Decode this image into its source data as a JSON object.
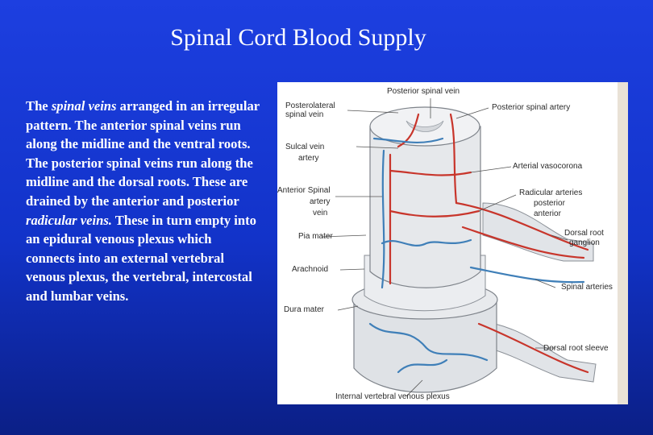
{
  "slide": {
    "title": "Spinal Cord Blood Supply",
    "paragraph": {
      "p1": "The ",
      "p1_em": "spinal veins",
      "p2": " arranged in an irregular pattern. The anterior spinal veins run along the midline and the ventral roots. The posterior spinal veins run along the midline and the dorsal roots. These are drained by the anterior and posterior ",
      "p2_em": "radicular veins.",
      "p3": " These in turn empty into an epidural venous plexus which connects into an external vertebral venous plexus, the vertebral, intercostal and lumbar veins."
    }
  },
  "figure": {
    "labels": {
      "posterior_spinal_vein": "Posterior spinal vein",
      "posterolateral_1": "Posterolateral",
      "posterolateral_2": "spinal vein",
      "posterior_spinal_artery": "Posterior spinal artery",
      "sulcal_1": "Sulcal vein",
      "sulcal_2": "artery",
      "arterial_vasocorona": "Arterial vasocorona",
      "anterior_spinal_1": "Anterior Spinal",
      "anterior_spinal_2": "artery",
      "anterior_spinal_3": "vein",
      "radicular_1": "Radicular arteries",
      "radicular_2": "posterior",
      "radicular_3": "anterior",
      "pia_mater": "Pia mater",
      "dorsal_root_1": "Dorsal root",
      "dorsal_root_2": "ganglion",
      "arachnoid": "Arachnoid",
      "spinal_arteries": "Spinal arteries",
      "dura_mater": "Dura mater",
      "dorsal_root_sleeve": "Dorsal root sleeve",
      "internal_plexus": "Internal vertebral venous plexus"
    },
    "colors": {
      "artery": "#c8352b",
      "vein": "#3f7fb8",
      "tissue": "#e3e6ea"
    }
  }
}
